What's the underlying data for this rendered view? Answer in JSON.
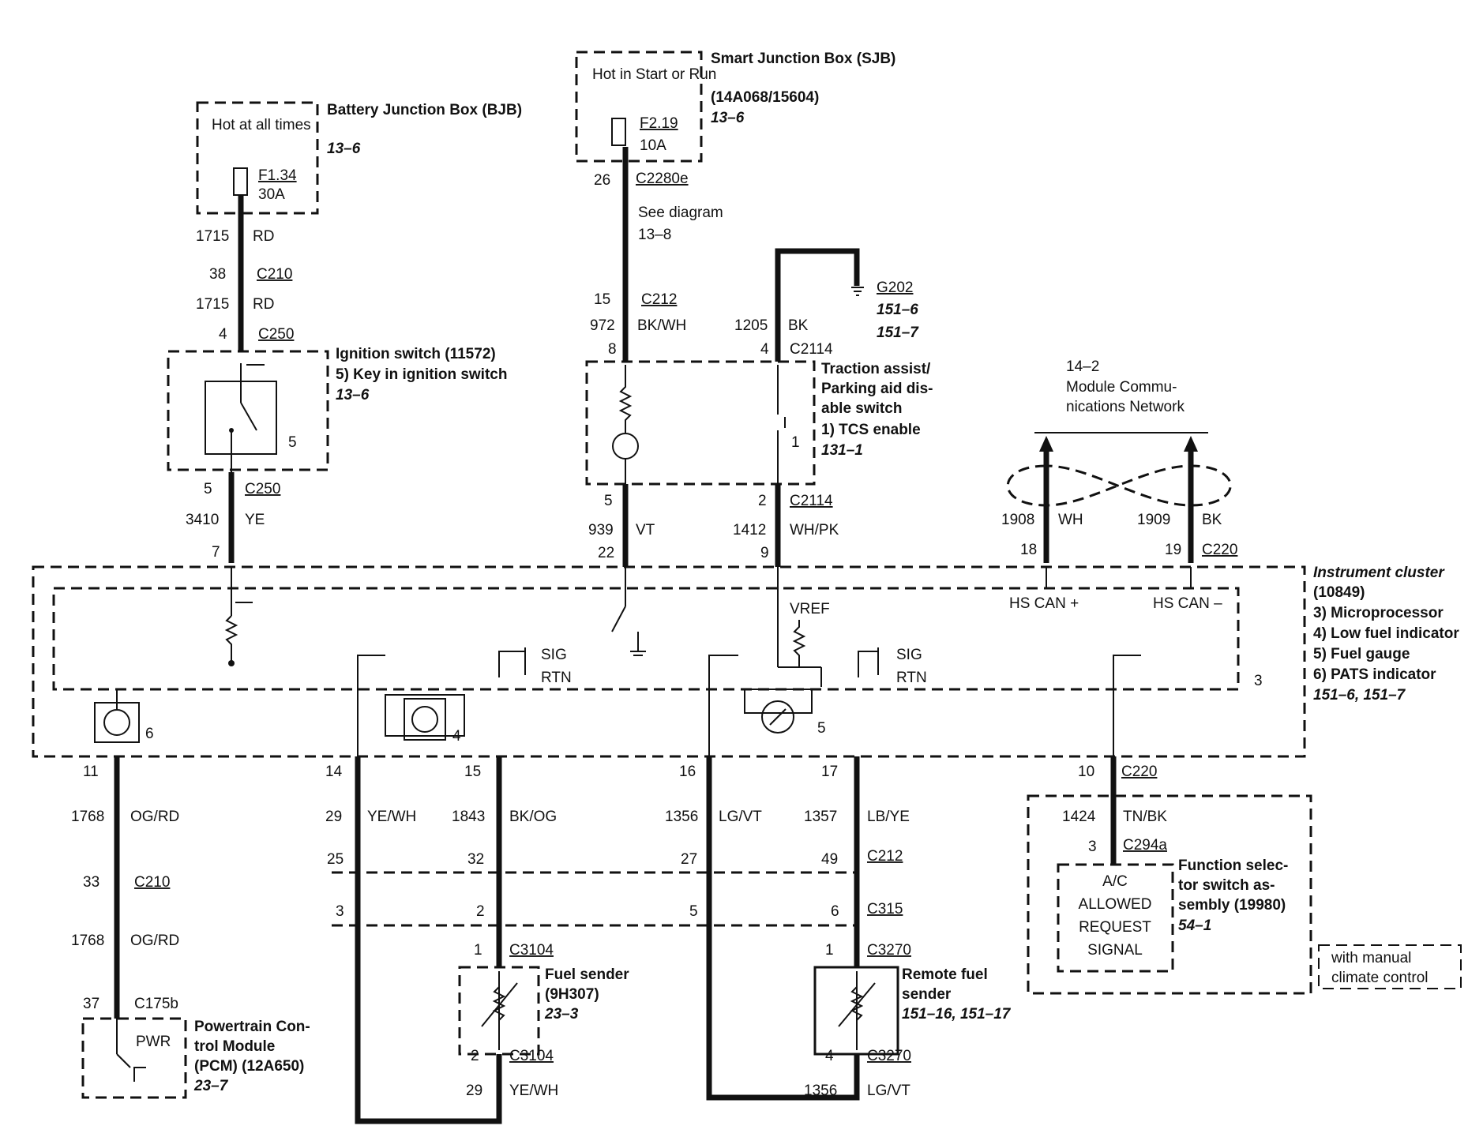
{
  "fuses": {
    "bjb": {
      "hot": "Hot at all times",
      "fuse": "F1.34",
      "rating": "30A",
      "name": "Battery Junction Box (BJB)",
      "ref": "13–6"
    },
    "sjb": {
      "hot": "Hot in Start or Run",
      "fuse": "F2.19",
      "rating": "10A",
      "name": "Smart Junction Box (SJB)",
      "part": "(14A068/15604)",
      "ref": "13–6"
    }
  },
  "wires_left": {
    "circuit1": "1715",
    "color1": "RD",
    "pin1": "38",
    "conn1": "C210",
    "circuit2": "1715",
    "color2": "RD",
    "pin2": "4",
    "conn2": "C250",
    "pin3": "5",
    "conn3": "C250",
    "circuit3": "3410",
    "color3": "YE",
    "pin4": "7"
  },
  "ignition_switch": {
    "name": "Ignition switch (11572)",
    "note": "5)  Key in ignition switch",
    "ref": "13–6",
    "pin": "5"
  },
  "sjb_wire": {
    "pin1": "26",
    "conn1": "C2280e",
    "see1": "See diagram",
    "see2": "13–8",
    "pin2": "15",
    "conn2": "C212",
    "circuit": "972",
    "color": "BK/WH",
    "pin3": "8"
  },
  "ground": {
    "circuit": "1205",
    "color": "BK",
    "pin": "4",
    "conn": "C2114",
    "name": "G202",
    "ref1": "151–6",
    "ref2": "151–7"
  },
  "traction_switch": {
    "line1": "Traction assist/",
    "line2": "Parking aid dis-",
    "line3": "able switch",
    "note": "1)   TCS enable",
    "ref": "131–1",
    "pin": "1"
  },
  "traction_out": {
    "pin_a": "5",
    "circuit_a": "939",
    "color_a": "VT",
    "cluster_pin_a": "22",
    "pin_b": "2",
    "conn_b": "C2114",
    "circuit_b": "1412",
    "color_b": "WH/PK",
    "cluster_pin_b": "9"
  },
  "network": {
    "ref": "14–2",
    "line1": "Module Commu-",
    "line2": "nications Network",
    "circuit_a": "1908",
    "color_a": "WH",
    "pin_a": "18",
    "circuit_b": "1909",
    "color_b": "BK",
    "pin_b": "19",
    "conn": "C220"
  },
  "cluster": {
    "name": "Instrument cluster",
    "part": "(10849)",
    "items": [
      "3)   Microprocessor",
      "4)   Low fuel indicator",
      "5)   Fuel gauge",
      "6)   PATS indicator"
    ],
    "refs": "151–6, 151–7",
    "hs_can_plus": "HS CAN +",
    "hs_can_minus": "HS CAN –",
    "vref": "VREF",
    "sig1": "SIG",
    "rtn1": "RTN",
    "sig2": "SIG",
    "rtn2": "RTN",
    "label3": "3",
    "label4": "4",
    "label5": "5",
    "label6": "6"
  },
  "pcm_wire": {
    "pin1": "11",
    "circuit1": "1768",
    "color1": "OG/RD",
    "pin2": "33",
    "conn2": "C210",
    "circuit2": "1768",
    "color2": "OG/RD",
    "pin3": "37",
    "conn3": "C175b"
  },
  "pcm": {
    "pwr": "PWR",
    "line1": "Powertrain Con-",
    "line2": "trol Module",
    "line3": "(PCM) (12A650)",
    "ref": "23–7"
  },
  "fuel_wires": {
    "p14": "14",
    "p15": "15",
    "p16": "16",
    "p17": "17",
    "c29": "29",
    "col29": "YE/WH",
    "c1843": "1843",
    "col1843": "BK/OG",
    "c1356": "1356",
    "col1356": "LG/VT",
    "c1357": "1357",
    "col1357": "LB/YE",
    "p25": "25",
    "p32": "32",
    "p27": "27",
    "p49": "49",
    "conn_c212": "C212",
    "p3": "3",
    "p2": "2",
    "p5": "5",
    "p6": "6",
    "conn_c315": "C315"
  },
  "fuel_sender": {
    "pin_top": "1",
    "conn_top": "C3104",
    "line1": "Fuel sender",
    "line2": "(9H307)",
    "ref": "23–3",
    "pin_bot": "2",
    "conn_bot": "C3104",
    "circuit": "29",
    "color": "YE/WH"
  },
  "remote_sender": {
    "pin_top": "1",
    "conn_top": "C3270",
    "line1": "Remote fuel",
    "line2": "sender",
    "ref": "151–16, 151–17",
    "pin_bot": "4",
    "conn_bot": "C3270",
    "circuit": "1356",
    "color": "LG/VT"
  },
  "function_switch": {
    "pin_top": "10",
    "conn_top": "C220",
    "circuit": "1424",
    "color": "TN/BK",
    "pin": "3",
    "conn": "C294a",
    "box1": "A/C",
    "box2": "ALLOWED",
    "box3": "REQUEST",
    "box4": "SIGNAL",
    "line1": "Function selec-",
    "line2": "tor switch as-",
    "line3": "sembly (19980)",
    "ref": "54–1",
    "note1": "with manual",
    "note2": "climate control"
  }
}
